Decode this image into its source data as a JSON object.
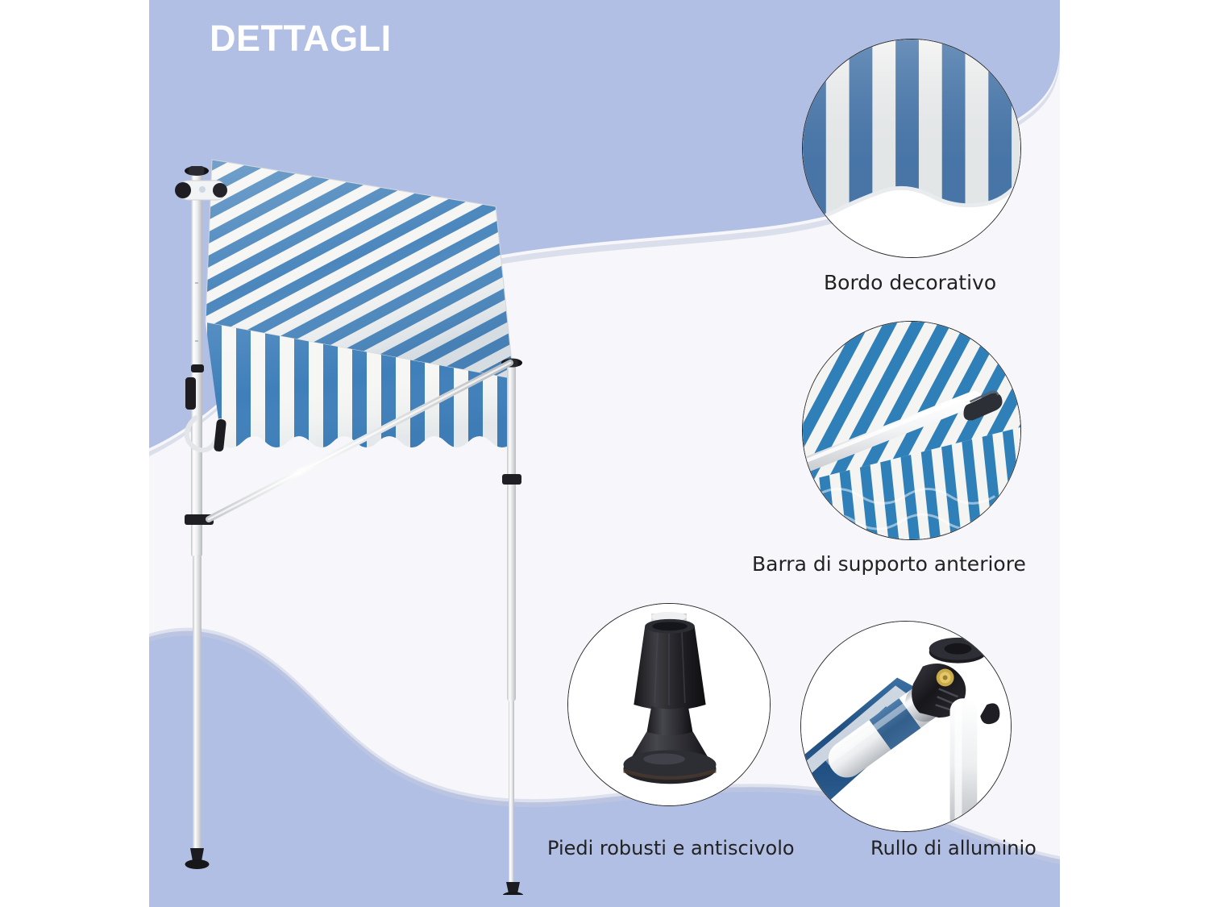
{
  "header": {
    "title": "DETTAGLI"
  },
  "theme": {
    "accent_blue": "#b2bfe4",
    "panel_bg": "#f7f7fb",
    "page_bg": "#ffffff",
    "fabric_blue": "#3d7cb5",
    "fabric_blue_dark": "#2f6ba6",
    "fabric_white": "#f4f4f2",
    "pole_white": "#e8e9eb",
    "hardware_black": "#1f1f22",
    "caption_color": "#222222"
  },
  "hero": {
    "name": "retractable-patio-awning",
    "description": "Tenda da sole retrattile a righe blu e bianche con pali regolabili"
  },
  "details": [
    {
      "id": "bordo-decorativo",
      "caption": "Bordo decorativo",
      "icon": "scalloped-fabric-edge-photo"
    },
    {
      "id": "barra-supporto-anteriore",
      "caption": "Barra di supporto anteriore",
      "icon": "front-support-bar-photo"
    },
    {
      "id": "piedi-antiscivolo",
      "caption": "Piedi robusti e antiscivolo",
      "icon": "rubber-foot-photo"
    },
    {
      "id": "rullo-alluminio",
      "caption": "Rullo di alluminio",
      "icon": "aluminium-roller-photo"
    }
  ]
}
